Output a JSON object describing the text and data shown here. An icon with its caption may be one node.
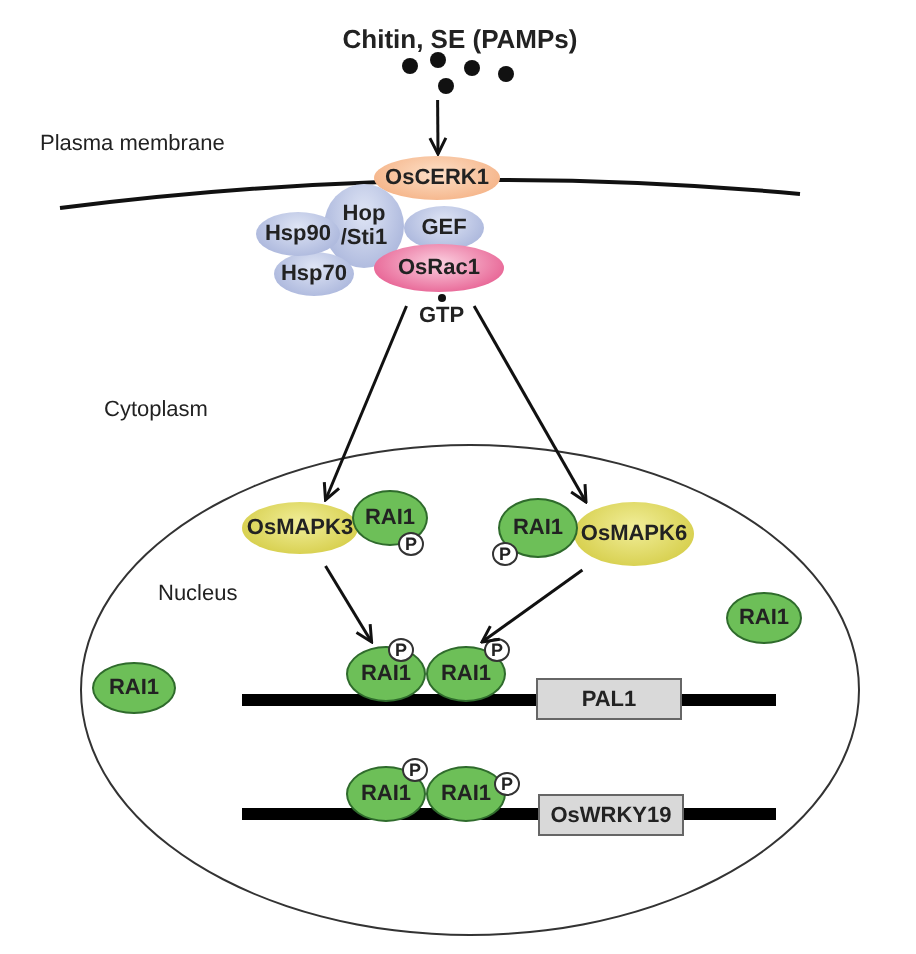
{
  "diagram": {
    "nodes": [
      {
        "text": [
          "Chitin, SE (PAMPs)"
        ]
      },
      {
        "text": [
          "OsCERK1"
        ]
      },
      {
        "text": [
          "Hop /Sti1"
        ]
      },
      {
        "text": [
          "Hsp90"
        ]
      },
      {
        "text": [
          "GEF"
        ]
      },
      {
        "text": [
          "Hsp70"
        ]
      },
      {
        "text": [
          "OsRac1"
        ],
        "beside": [
          "GTP"
        ]
      },
      {
        "text": [
          "Nucleus"
        ]
      },
      {
        "text": [
          "OsMAPK3"
        ],
        "in": 7
      },
      {
        "text": [
          "RAI1"
        ],
        "in": 7
      },
      {
        "text": [
          "P"
        ],
        "in": 7
      },
      {
        "text": [
          "RAI1"
        ],
        "in": 7
      },
      {
        "text": [
          "P"
        ],
        "in": 7
      },
      {
        "text": [
          "OsMAPK6"
        ],
        "in": 7
      },
      {
        "text": [
          "RAI1"
        ],
        "in": 7
      },
      {
        "text": [
          "RAI1"
        ],
        "in": 7
      },
      {
        "text": [
          "RAI1"
        ],
        "in": 7
      },
      {
        "text": [
          "P"
        ],
        "in": 7
      },
      {
        "text": [
          "RAI1"
        ],
        "in": 7
      },
      {
        "text": [
          "P"
        ],
        "in": 7
      },
      {
        "text": [
          "PAL1"
        ],
        "in": 7
      },
      {
        "text": [
          "RAI1"
        ],
        "in": 7
      },
      {
        "text": [
          "P"
        ],
        "in": 7
      },
      {
        "text": [
          "RAI1"
        ],
        "in": 7
      },
      {
        "text": [
          "P"
        ],
        "in": 7
      },
      {
        "text": [
          "OsWRKY19"
        ],
        "in": 7
      }
    ],
    "edges": [
      {
        "from": 0,
        "to": 1,
        "arrow": "to"
      },
      {
        "from": 6,
        "to": 8,
        "arrow": "to"
      },
      {
        "from": 6,
        "to": 13,
        "arrow": "to"
      },
      {
        "from": 8,
        "to": 16,
        "arrow": "to"
      },
      {
        "from": 13,
        "to": 18,
        "arrow": "to"
      }
    ],
    "labels": [
      "Plasma membrane",
      "Cytoplasm"
    ]
  }
}
